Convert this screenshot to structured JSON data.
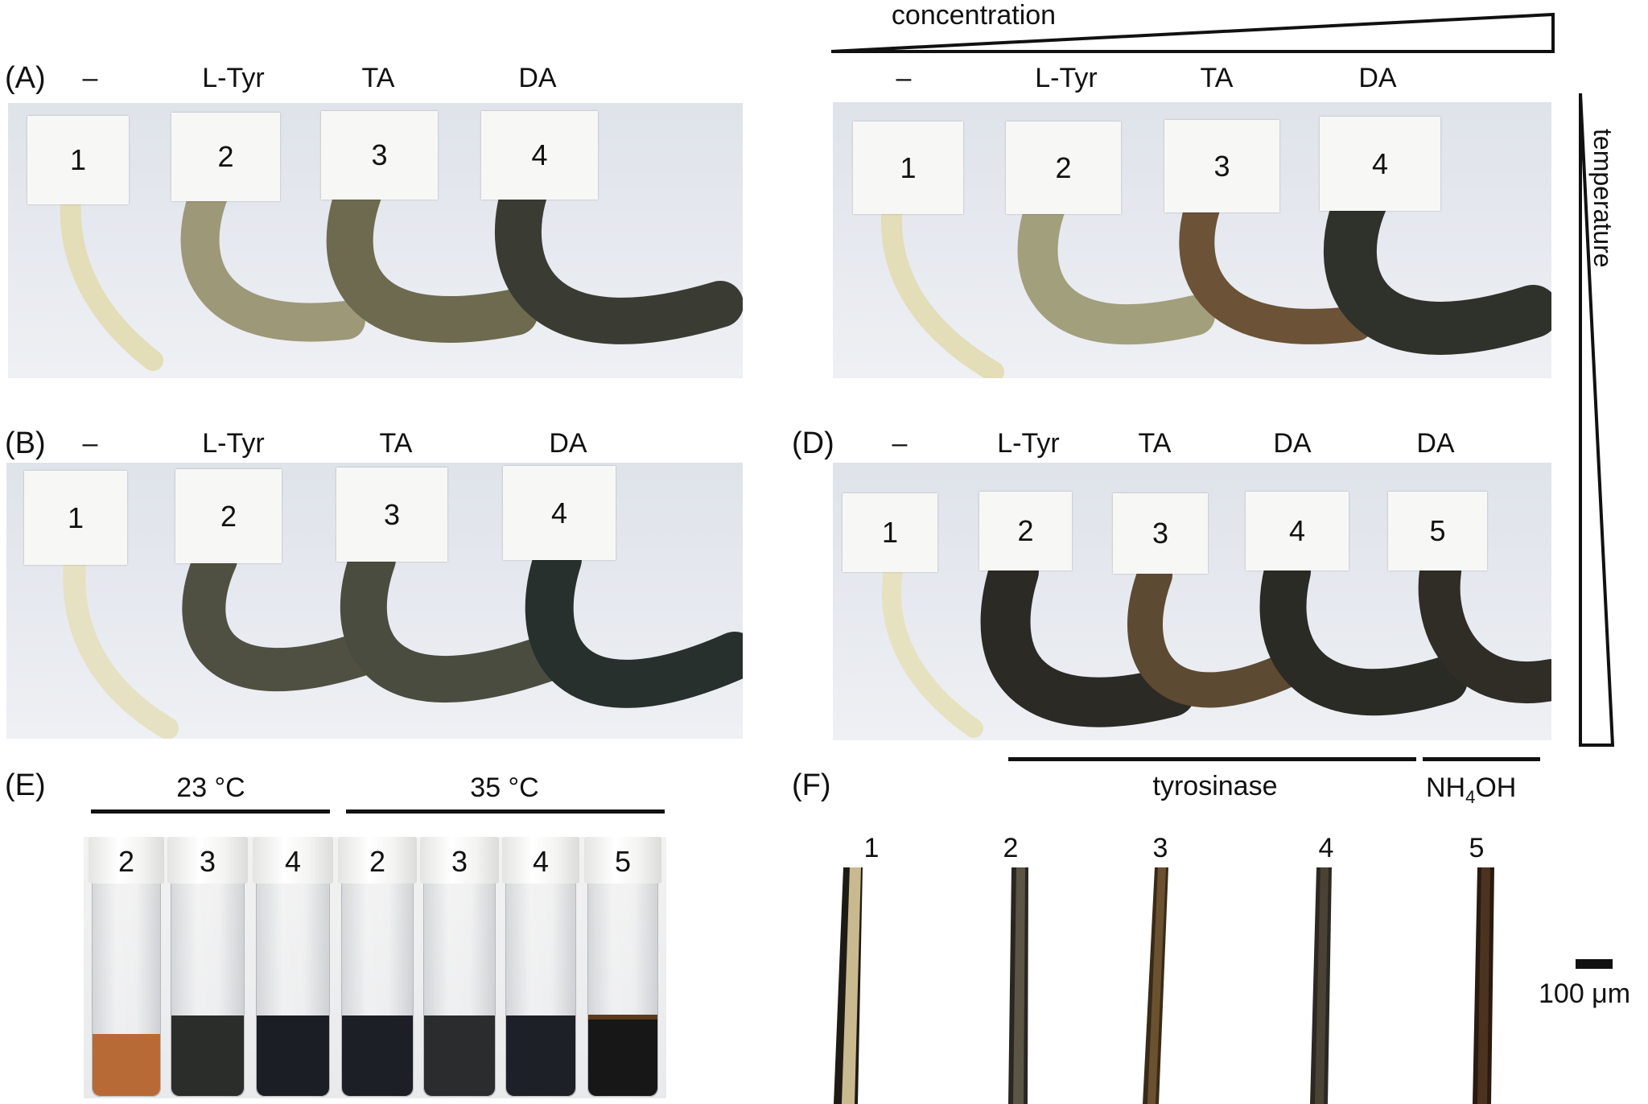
{
  "figure": {
    "panels": {
      "A": {
        "label": "(A)",
        "conditions": [
          "–",
          "L-Tyr",
          "TA",
          "DA"
        ],
        "tags": [
          "1",
          "2",
          "3",
          "4"
        ],
        "hair_colors": [
          "#e3ddb8",
          "#9c9878",
          "#6d6a4f",
          "#3a3b33"
        ]
      },
      "B": {
        "label": "(B)",
        "conditions": [
          "–",
          "L-Tyr",
          "TA",
          "DA"
        ],
        "tags": [
          "1",
          "2",
          "3",
          "4"
        ],
        "hair_colors": [
          "#e5e1c2",
          "#4f5042",
          "#4a4c3f",
          "#27302d"
        ]
      },
      "C": {
        "label": "",
        "conditions": [
          "–",
          "L-Tyr",
          "TA",
          "DA"
        ],
        "tags": [
          "1",
          "2",
          "3",
          "4"
        ],
        "hair_colors": [
          "#e3ddb8",
          "#a29f7c",
          "#6c5236",
          "#2f312b"
        ]
      },
      "D": {
        "label": "(D)",
        "conditions": [
          "–",
          "L-Tyr",
          "TA",
          "DA",
          "DA"
        ],
        "tags": [
          "1",
          "2",
          "3",
          "4",
          "5"
        ],
        "hair_colors": [
          "#e6e2c0",
          "#2b2a24",
          "#5c4a32",
          "#2a2b25",
          "#2f2d26"
        ]
      },
      "E": {
        "label": "(E)",
        "groups": [
          {
            "label": "23 °C"
          },
          {
            "label": "35 °C"
          }
        ],
        "vials": [
          {
            "cap": "2",
            "liquid": "#b86a36",
            "level": 0.29
          },
          {
            "cap": "3",
            "liquid": "#2b2d2a",
            "level": 0.38
          },
          {
            "cap": "4",
            "liquid": "#1b1e24",
            "level": 0.38
          },
          {
            "cap": "2",
            "liquid": "#1c1f25",
            "level": 0.38
          },
          {
            "cap": "3",
            "liquid": "#2a2c2d",
            "level": 0.38
          },
          {
            "cap": "4",
            "liquid": "#1d2026",
            "level": 0.38
          },
          {
            "cap": "5",
            "liquid": "#161716",
            "level": 0.36
          }
        ]
      },
      "F": {
        "label": "(F)",
        "fiber_labels": [
          "1",
          "2",
          "3",
          "4",
          "5"
        ],
        "fiber_colors": [
          "#c9b98f",
          "#5b5545",
          "#6a5230",
          "#4a4235",
          "#4b3320"
        ],
        "scale_bar": "100 μm"
      }
    },
    "annotations": {
      "concentration": "concentration",
      "temperature": "temperature",
      "tyrosinase": "tyrosinase",
      "nh4oh_prefix": "NH",
      "nh4oh_sub": "4",
      "nh4oh_suffix": "OH"
    }
  }
}
